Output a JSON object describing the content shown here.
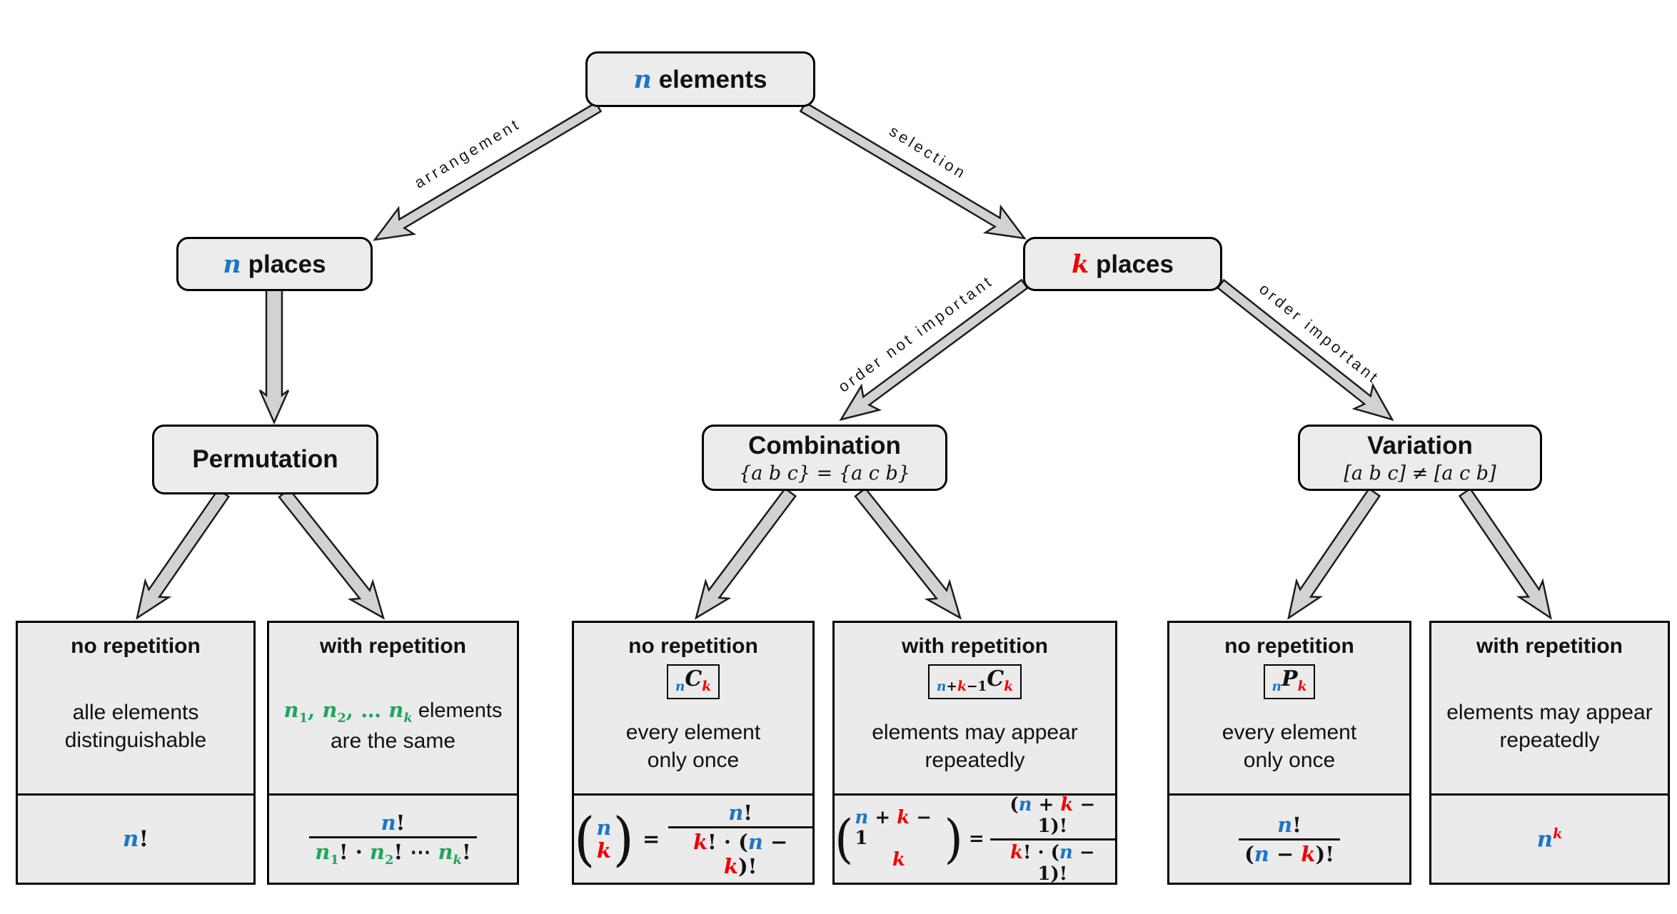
{
  "colors": {
    "blue": "#1b76c8",
    "red": "#f20000",
    "green": "#21a55c",
    "box_fill": "#ececec",
    "arrow_fill": "#d2d2d2"
  },
  "root": {
    "title": [
      {
        "t": "n",
        "c": "blue",
        "cls": "v"
      },
      {
        "t": " elements"
      }
    ]
  },
  "edges": {
    "arrangement": "arrangement",
    "selection": "selection",
    "order_not_important": "order not important",
    "order_important": "order important"
  },
  "nodes": {
    "n_places": {
      "title": [
        {
          "t": "n",
          "c": "blue",
          "cls": "v"
        },
        {
          "t": " places"
        }
      ]
    },
    "k_places": {
      "title": [
        {
          "t": "k",
          "c": "red",
          "cls": "v"
        },
        {
          "t": " places"
        }
      ]
    },
    "permutation": {
      "title": "Permutation"
    },
    "combination": {
      "title": "Combination",
      "subtitle": "{a b c} = {a c b}"
    },
    "variation": {
      "title": "Variation",
      "subtitle": "[a b c] ≠ [a c b]"
    }
  },
  "leaves": [
    {
      "heading": "no repetition",
      "desc1": "alle elements",
      "desc2": "distinguishable",
      "formula": [
        {
          "t": "n",
          "c": "blue",
          "cls": "v"
        },
        {
          "t": "!"
        }
      ]
    },
    {
      "heading": "with repetition",
      "desc_math": [
        {
          "t": "n",
          "c": "green",
          "cls": "v"
        },
        {
          "t": "1",
          "c": "green",
          "sub": true
        },
        {
          "t": ", ",
          "c": "green"
        },
        {
          "t": "n",
          "c": "green",
          "cls": "v"
        },
        {
          "t": "2",
          "c": "green",
          "sub": true
        },
        {
          "t": ", … ",
          "c": "green"
        },
        {
          "t": "n",
          "c": "green",
          "cls": "v"
        },
        {
          "t": "k",
          "c": "green",
          "cls": "v",
          "sub": true
        },
        {
          "t": " elements",
          "cls": "plain"
        }
      ],
      "desc2": "are the same",
      "num": [
        {
          "t": "n",
          "c": "blue",
          "cls": "v"
        },
        {
          "t": "!"
        }
      ],
      "den": [
        {
          "t": "n",
          "c": "green",
          "cls": "v"
        },
        {
          "t": "1",
          "c": "green",
          "sub": true
        },
        {
          "t": "! · "
        },
        {
          "t": "n",
          "c": "green",
          "cls": "v"
        },
        {
          "t": "2",
          "c": "green",
          "sub": true
        },
        {
          "t": "! ⋯ "
        },
        {
          "t": "n",
          "c": "green",
          "cls": "v"
        },
        {
          "t": "k",
          "c": "green",
          "cls": "v",
          "sub": true
        },
        {
          "t": "!"
        }
      ]
    },
    {
      "heading": "no repetition",
      "badge": [
        {
          "t": "n",
          "c": "blue",
          "cls": "v",
          "sub": true
        },
        {
          "t": "C",
          "cls": "v"
        },
        {
          "t": "k",
          "c": "red",
          "cls": "v",
          "sub": true
        }
      ],
      "desc1": "every element",
      "desc2": "only once",
      "binom_top": [
        {
          "t": "n",
          "c": "blue",
          "cls": "v"
        }
      ],
      "binom_bot": [
        {
          "t": "k",
          "c": "red",
          "cls": "v"
        }
      ],
      "num": [
        {
          "t": "n",
          "c": "blue",
          "cls": "v"
        },
        {
          "t": "!"
        }
      ],
      "den": [
        {
          "t": "k",
          "c": "red",
          "cls": "v"
        },
        {
          "t": "! · ("
        },
        {
          "t": "n",
          "c": "blue",
          "cls": "v"
        },
        {
          "t": " − "
        },
        {
          "t": "k",
          "c": "red",
          "cls": "v"
        },
        {
          "t": ")!"
        }
      ]
    },
    {
      "heading": "with repetition",
      "badge": [
        {
          "t": "n",
          "c": "blue",
          "cls": "v",
          "sub": true
        },
        {
          "t": "+",
          "sub": true
        },
        {
          "t": "k",
          "c": "red",
          "cls": "v",
          "sub": true
        },
        {
          "t": "−1",
          "sub": true
        },
        {
          "t": "C",
          "cls": "v"
        },
        {
          "t": "k",
          "c": "red",
          "cls": "v",
          "sub": true
        }
      ],
      "desc1": "elements may appear",
      "desc2": "repeatedly",
      "binom_top": [
        {
          "t": "n",
          "c": "blue",
          "cls": "v"
        },
        {
          "t": " + "
        },
        {
          "t": "k",
          "c": "red",
          "cls": "v"
        },
        {
          "t": " − 1"
        }
      ],
      "binom_bot": [
        {
          "t": "k",
          "c": "red",
          "cls": "v"
        }
      ],
      "num": [
        {
          "t": "("
        },
        {
          "t": "n",
          "c": "blue",
          "cls": "v"
        },
        {
          "t": " + "
        },
        {
          "t": "k",
          "c": "red",
          "cls": "v"
        },
        {
          "t": " − 1)!"
        }
      ],
      "den": [
        {
          "t": "k",
          "c": "red",
          "cls": "v"
        },
        {
          "t": "! · ("
        },
        {
          "t": "n",
          "c": "blue",
          "cls": "v"
        },
        {
          "t": " − 1)!"
        }
      ]
    },
    {
      "heading": "no repetition",
      "badge": [
        {
          "t": "n",
          "c": "blue",
          "cls": "v",
          "sub": true
        },
        {
          "t": "P",
          "cls": "v"
        },
        {
          "t": "k",
          "c": "red",
          "cls": "v",
          "sub": true
        }
      ],
      "desc1": "every element",
      "desc2": "only once",
      "num": [
        {
          "t": "n",
          "c": "blue",
          "cls": "v"
        },
        {
          "t": "!"
        }
      ],
      "den": [
        {
          "t": "("
        },
        {
          "t": "n",
          "c": "blue",
          "cls": "v"
        },
        {
          "t": " − "
        },
        {
          "t": "k",
          "c": "red",
          "cls": "v"
        },
        {
          "t": ")!"
        }
      ]
    },
    {
      "heading": "with repetition",
      "desc1": "elements may appear",
      "desc2": "repeatedly",
      "formula": [
        {
          "t": "n",
          "c": "blue",
          "cls": "v"
        },
        {
          "t": "k",
          "c": "red",
          "cls": "v",
          "sup": true
        }
      ]
    }
  ]
}
